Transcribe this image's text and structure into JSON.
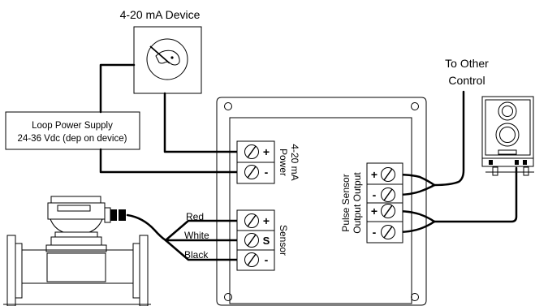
{
  "device": {
    "title": "4-20 mA Device",
    "icon": "gauge-icon"
  },
  "loop_supply": {
    "line1": "Loop Power Supply",
    "line2": "24-36 Vdc (dep on device)"
  },
  "other_control": {
    "line1": "To Other",
    "line2": "Control"
  },
  "power_block": {
    "label_line1": "Power",
    "label_line2": "4-20 mA",
    "terminals": [
      {
        "sign": "+"
      },
      {
        "sign": "-"
      }
    ]
  },
  "sensor_block": {
    "label": "Sensor",
    "terminals": [
      {
        "sign": "+",
        "wire_color": "Red"
      },
      {
        "sign": "S",
        "wire_color": "White"
      },
      {
        "sign": "-",
        "wire_color": "Black"
      }
    ]
  },
  "pulse_block": {
    "label_line1": "Pulse Sensor",
    "label_line2": "Output Output",
    "terminals": [
      {
        "sign": "+"
      },
      {
        "sign": "-"
      },
      {
        "sign": "+"
      },
      {
        "sign": "-"
      }
    ]
  },
  "colors": {
    "line": "#000000",
    "background": "#ffffff"
  }
}
